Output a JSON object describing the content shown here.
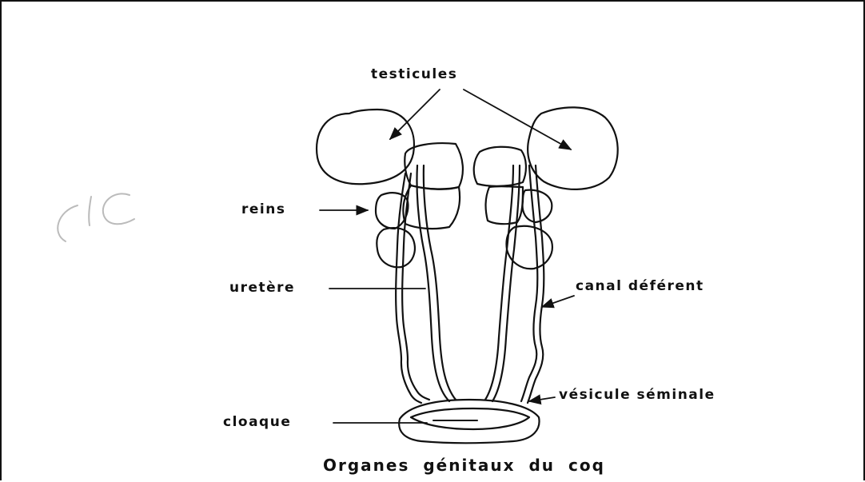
{
  "diagram": {
    "labels": {
      "testicules": "testicules",
      "reins": "reins",
      "uretere": "uretère",
      "canal_deferent": "canal déférent",
      "vesicule_seminale": "vésicule séminale",
      "cloaque": "cloaque"
    },
    "caption": "Organes génitaux du coq",
    "line_color": "#111111",
    "background_color": "#ffffff"
  }
}
